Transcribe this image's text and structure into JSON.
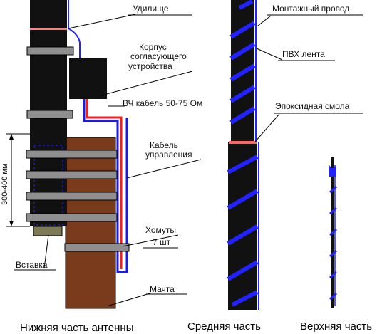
{
  "labels": {
    "rod": "Удилище",
    "housing": "Корпус согласующего устройства",
    "housing_line1": "Корпус",
    "housing_line2": "согласующего",
    "housing_line3": "устройства",
    "rf_cable": "ВЧ кабель  50-75 Ом",
    "control_cable_line1": "Кабель",
    "control_cable_line2": "управления",
    "clamps_line1": "Хомуты",
    "clamps_line2": "7 шт",
    "insert": "Вставка",
    "mast": "Мачта",
    "dimension": "300-400 мм",
    "mounting_wire": "Монтажный провод",
    "pvc_tape": "ПВХ лента",
    "epoxy": "Эпоксидная смола"
  },
  "captions": {
    "lower": "Нижняя часть антенны",
    "middle": "Средняя часть",
    "upper": "Верхняя часть"
  },
  "colors": {
    "rod": "#111111",
    "tape": "#2222ff",
    "wire": "#1a1aee",
    "mast": "#7a3b1d",
    "clamp": "#8f8f8f",
    "insert": "#7d7a55",
    "rf_cable": "#ff1a1a",
    "epoxy": "#ff6666"
  }
}
